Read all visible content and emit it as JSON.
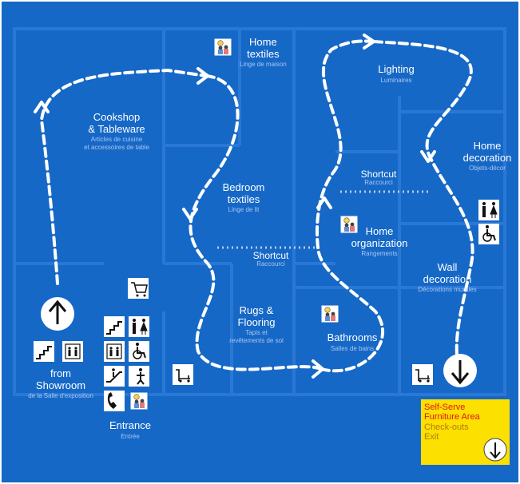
{
  "colors": {
    "floor": "#1668c7",
    "wall": "#2a78d6",
    "path": "#ffffff",
    "selfserve": "#fbe000",
    "red_text": "#e3151b",
    "orange_text": "#b8780a"
  },
  "departments": {
    "home_textiles": {
      "title_1": "Home",
      "title_2": "textiles",
      "subtitle": "Linge de maison"
    },
    "cookshop": {
      "title_1": "Cookshop",
      "title_2": "& Tableware",
      "subtitle_1": "Articles de cuisine",
      "subtitle_2": "et accessoires de table"
    },
    "lighting": {
      "title": "Lighting",
      "subtitle": "Luminaires"
    },
    "home_decoration": {
      "title_1": "Home",
      "title_2": "decoration",
      "subtitle": "Objets-décor"
    },
    "bedroom_textiles": {
      "title_1": "Bedroom",
      "title_2": "textiles",
      "subtitle": "Linge de lit"
    },
    "home_organization": {
      "title_1": "Home",
      "title_2": "organization",
      "subtitle": "Rangements"
    },
    "rugs_flooring": {
      "title_1": "Rugs &",
      "title_2": "Flooring",
      "subtitle_1": "Tapis et",
      "subtitle_2": "revêtements de sol"
    },
    "bathrooms": {
      "title": "Bathrooms",
      "subtitle": "Salles de bains"
    },
    "wall_decoration": {
      "title_1": "Wall",
      "title_2": "decoration",
      "subtitle": "Décorations murales"
    },
    "from_showroom": {
      "title_1": "from",
      "title_2": "Showroom",
      "subtitle": "de la Salle d'exposition"
    },
    "entrance": {
      "title": "Entrance",
      "subtitle": "Entrée"
    }
  },
  "shortcuts": [
    {
      "title": "Shortcut",
      "subtitle": "Raccourci"
    },
    {
      "title": "Shortcut",
      "subtitle": "Raccourci"
    }
  ],
  "self_serve": {
    "line_1": "Self-Serve",
    "line_2": "Furniture Area",
    "line_3": "Check-outs",
    "line_4": "Exit"
  },
  "icons": [
    "children-area-icon",
    "shopping-cart-icon",
    "stairs-icon",
    "toilets-icon",
    "elevator-icon",
    "wheelchair-icon",
    "escalator-icon",
    "information-icon",
    "telephone-icon",
    "trolley-icon",
    "up-arrow-icon",
    "down-arrow-icon"
  ]
}
